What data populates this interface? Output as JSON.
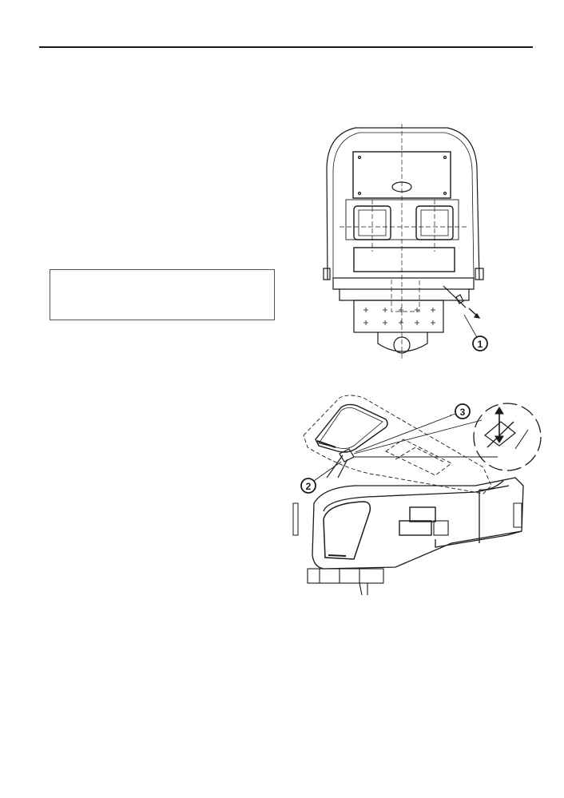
{
  "figure_top": {
    "callouts": [
      {
        "number": "1"
      }
    ]
  },
  "figure_bottom": {
    "callouts": [
      {
        "number": "3"
      },
      {
        "number": "2"
      }
    ]
  },
  "note": {
    "text": ""
  },
  "colors": {
    "line": "#1a1a1a",
    "paper": "#ffffff"
  }
}
